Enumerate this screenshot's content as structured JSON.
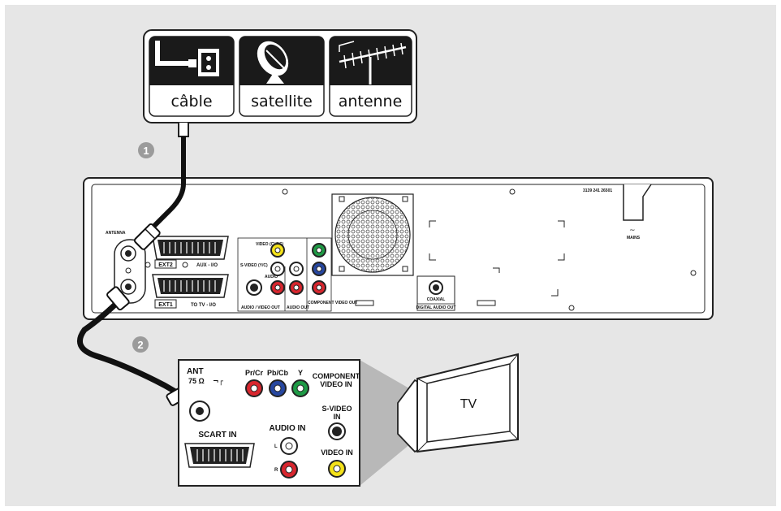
{
  "sources": {
    "cable": "câble",
    "satellite": "satellite",
    "antenna": "antenne"
  },
  "steps": [
    "1",
    "2"
  ],
  "recorder": {
    "serial": "3139 241 26501",
    "mains": "MAINS",
    "antenna_in": "ANTENNA",
    "tv_out": "TV",
    "ext2": "EXT2",
    "aux": "AUX - I/O",
    "ext1": "EXT1",
    "to_tv": "TO TV - I/O",
    "video_cvbs": "VIDEO (CVBS)",
    "svideo": "S-VIDEO (Y/C)",
    "audio": "AUDIO",
    "av_out": "AUDIO / VIDEO OUT",
    "audio_out": "AUDIO OUT",
    "component_out": "COMPONENT VIDEO OUT",
    "coaxial": "COAXIAL",
    "digital_out": "DIGITAL AUDIO OUT"
  },
  "tv_panel": {
    "ant": "ANT",
    "ohm": "75 Ω",
    "pr": "Pr/Cr",
    "pb": "Pb/Cb",
    "y": "Y",
    "component_1": "COMPONENT",
    "component_2": "VIDEO IN",
    "svideo_1": "S-VIDEO",
    "svideo_2": "IN",
    "audio_in": "AUDIO IN",
    "left": "L",
    "right": "R",
    "scart": "SCART IN",
    "video_in": "VIDEO IN"
  },
  "tv": {
    "label": "TV"
  },
  "colors": {
    "background": "#e6e6e6",
    "red_jack": "#d8262e",
    "blue_jack": "#2747a0",
    "green_jack": "#1e9a45",
    "yellow_jack": "#f4e21a",
    "step_badge": "#9b9b9b",
    "cable": "#111111"
  }
}
